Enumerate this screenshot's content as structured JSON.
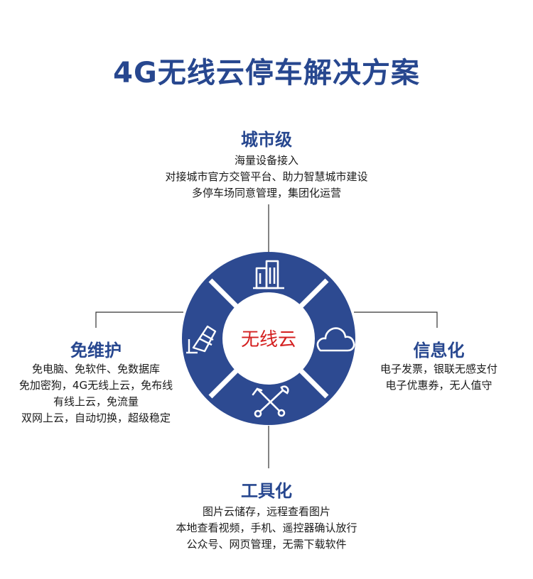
{
  "title": "4G无线云停车解决方案",
  "center_label": "无线云",
  "colors": {
    "brand_blue": "#27478f",
    "ring_blue": "#2d4a91",
    "center_text_red": "#d42020",
    "text": "#1a1a1a"
  },
  "sections": {
    "top": {
      "icon": "building-icon",
      "title": "城市级",
      "lines": [
        "海量设备接入",
        "对接城市官方交管平台、助力智慧城市建设",
        "多停车场同意管理，集团化运营"
      ]
    },
    "left": {
      "icon": "document-icon",
      "title": "免维护",
      "lines": [
        "免电脑、免软件、免数据库",
        "免加密狗，4G无线上云，免布线",
        "有线上云，免流量",
        "双网上云，自动切换，超级稳定"
      ]
    },
    "right": {
      "icon": "cloud-icon",
      "title": "信息化",
      "lines": [
        "电子发票，银联无感支付",
        "电子优惠券，无人值守"
      ]
    },
    "bottom": {
      "icon": "tools-icon",
      "title": "工具化",
      "lines": [
        "图片云储存，远程查看图片",
        "本地查看视频，手机、遥控器确认放行",
        "公众号、网页管理，无需下载软件"
      ]
    }
  }
}
